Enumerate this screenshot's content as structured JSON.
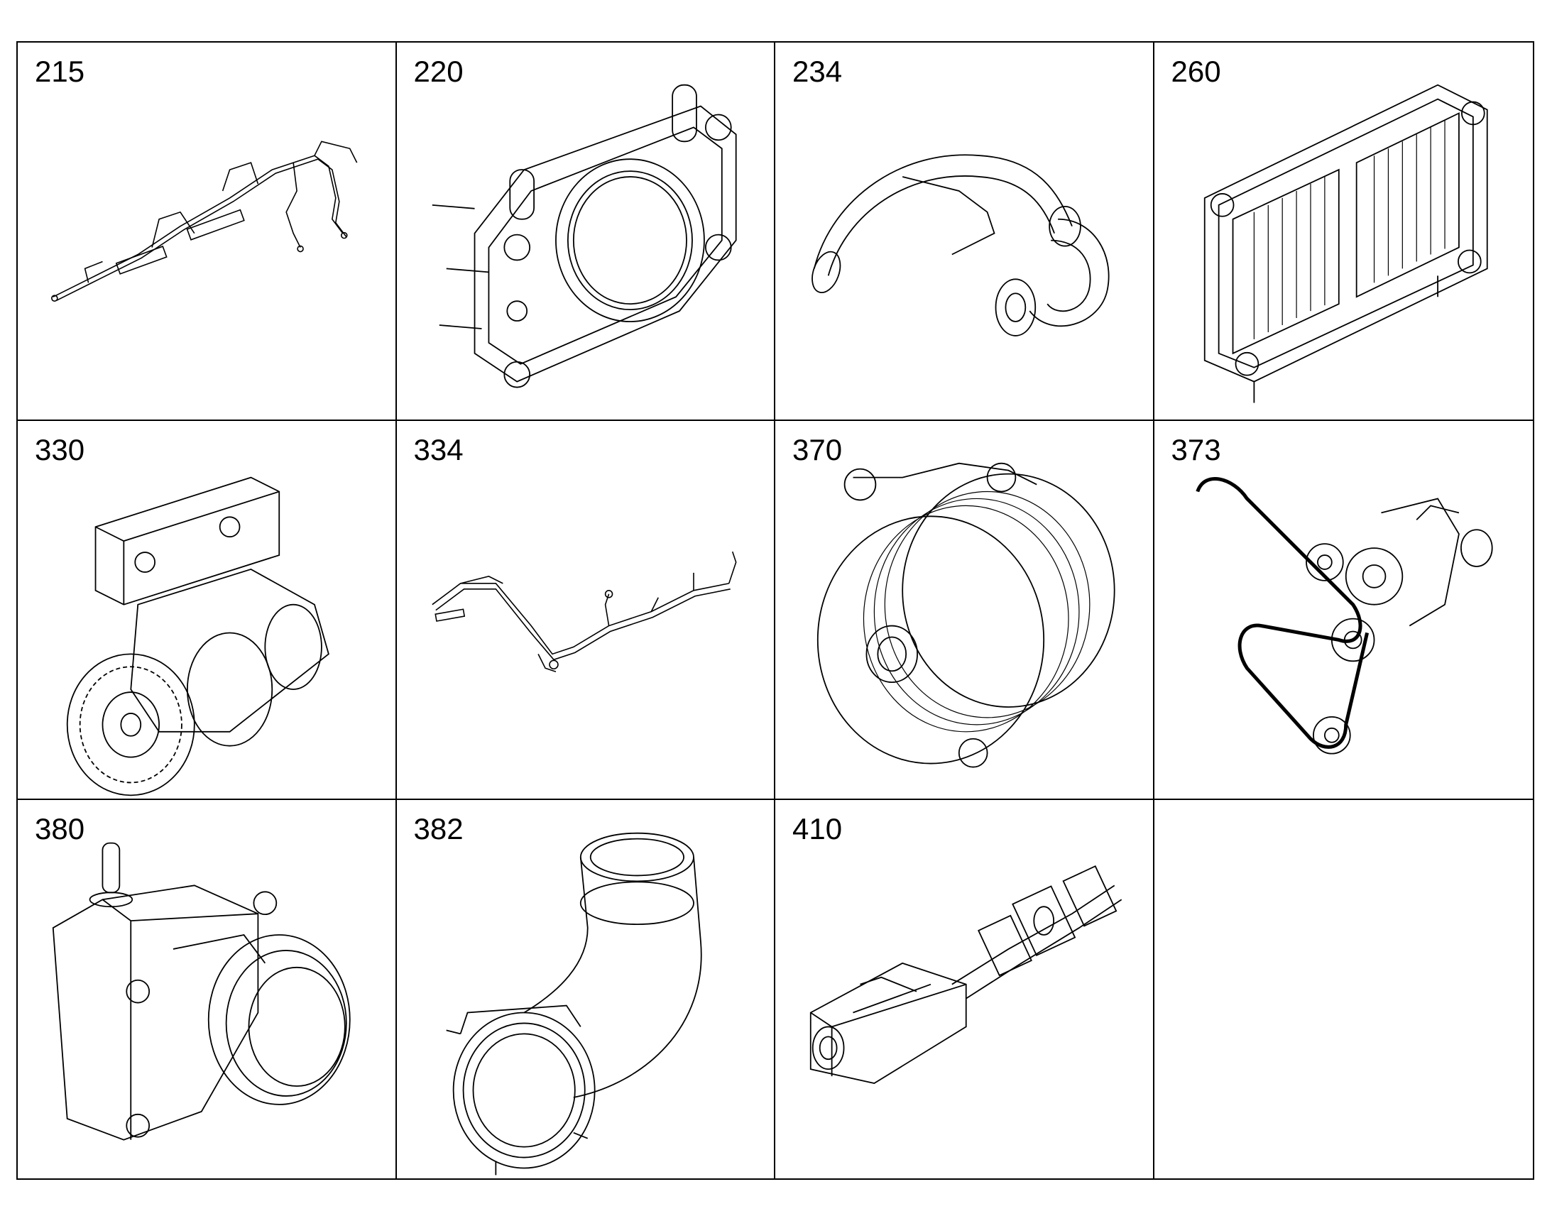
{
  "parts": [
    {
      "number": "215",
      "icon": "wiring-harness-icon"
    },
    {
      "number": "220",
      "icon": "flange-housing-icon"
    },
    {
      "number": "234",
      "icon": "coolant-pipe-icon"
    },
    {
      "number": "260",
      "icon": "intercooler-cover-icon"
    },
    {
      "number": "330",
      "icon": "air-compressor-icon"
    },
    {
      "number": "334",
      "icon": "cable-harness-icon"
    },
    {
      "number": "370",
      "icon": "water-pump-icon"
    },
    {
      "number": "373",
      "icon": "belt-drive-icon"
    },
    {
      "number": "380",
      "icon": "thermostat-housing-icon"
    },
    {
      "number": "382",
      "icon": "elbow-pipe-icon"
    },
    {
      "number": "410",
      "icon": "egr-assembly-icon"
    },
    {
      "number": "",
      "icon": ""
    }
  ],
  "colors": {
    "line": "#000000",
    "background": "#ffffff"
  }
}
